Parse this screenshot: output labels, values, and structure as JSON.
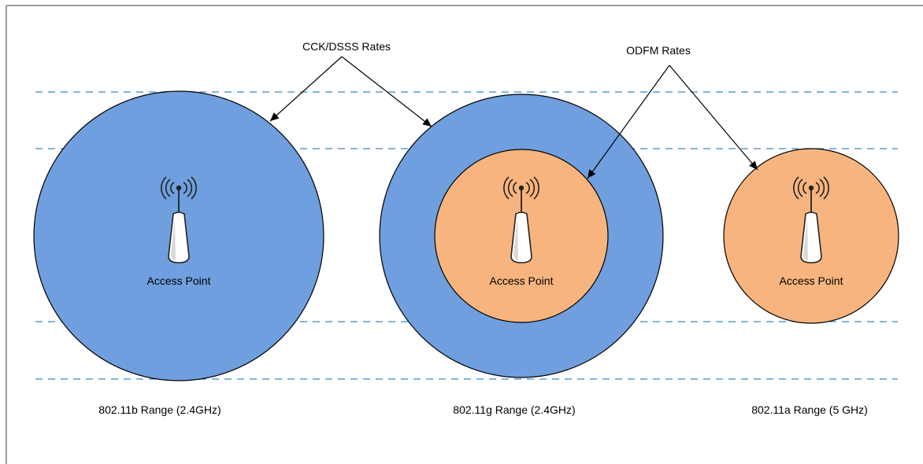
{
  "callouts": {
    "cck_dsss": "CCK/DSSS Rates",
    "odfm": "ODFM Rates"
  },
  "access_point_label": "Access Point",
  "ranges": {
    "b": "802.11b Range (2.4GHz)",
    "g": "802.11g Range (2.4GHz)",
    "a": "802.11a Range (5 GHz)"
  },
  "colors": {
    "cck_fill": "#6f9fde",
    "odfm_fill": "#f8b47e",
    "dashed_line": "#3b86c7"
  }
}
